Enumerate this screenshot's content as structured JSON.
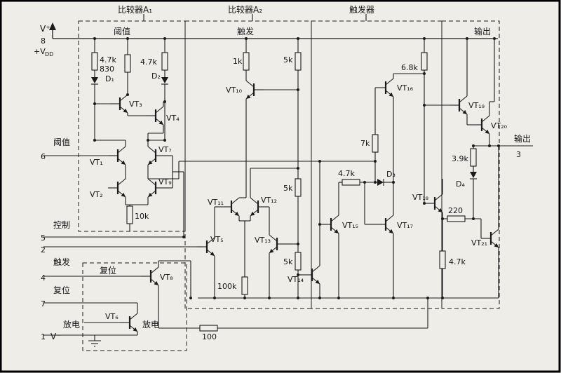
{
  "titles": {
    "comp_a1": "比较器A₁",
    "comp_a2": "比较器A₂",
    "flipflop": "触发器"
  },
  "headers": {
    "threshold": "阈值",
    "trigger": "触发",
    "output": "输出",
    "reset": "复位"
  },
  "pins": {
    "p8": "8",
    "p6": "6",
    "p5": "5",
    "p2": "2",
    "p4": "4",
    "p7": "7",
    "p1": "1",
    "p3": "3"
  },
  "pin_labels": {
    "v_plus": "V⁺",
    "vdd": "+V",
    "vdd_sub": "DD",
    "v_minus": "V⁻",
    "threshold": "阈值",
    "control": "控制",
    "trigger": "触发",
    "reset": "复位",
    "discharge_left": "放电",
    "discharge_right": "放电",
    "output": "输出"
  },
  "resistors": {
    "r4k7_a": "4.7k",
    "r830": "830",
    "r4k7_b": "4.7k",
    "r10k": "10k",
    "r1k": "1k",
    "r5k_a": "5k",
    "r5k_b": "5k",
    "r5k_c": "5k",
    "r100k": "100k",
    "r6k8": "6.8k",
    "r7k": "7k",
    "r4k7_c": "4.7k",
    "r3k9": "3.9k",
    "r220": "220",
    "r4k7_d": "4.7k",
    "r100": "100"
  },
  "diodes": {
    "d1": "D₁",
    "d2": "D₂",
    "d3": "D₃",
    "d4": "D₄"
  },
  "transistors": {
    "vt1": "VT₁",
    "vt2": "VT₂",
    "vt3": "VT₃",
    "vt4": "VT₄",
    "vt5": "VT₅",
    "vt6": "VT₆",
    "vt7": "VT₇",
    "vt8": "VT₈",
    "vt9": "VT₉",
    "vt10": "VT₁₀",
    "vt11": "VT₁₁",
    "vt12": "VT₁₂",
    "vt13": "VT₁₃",
    "vt14": "VT₁₄",
    "vt15": "VT₁₅",
    "vt16": "VT₁₆",
    "vt17": "VT₁₇",
    "vt18": "VT₁₈",
    "vt19": "VT₁₉",
    "vt20": "VT₂₀",
    "vt21": "VT₂₁"
  }
}
